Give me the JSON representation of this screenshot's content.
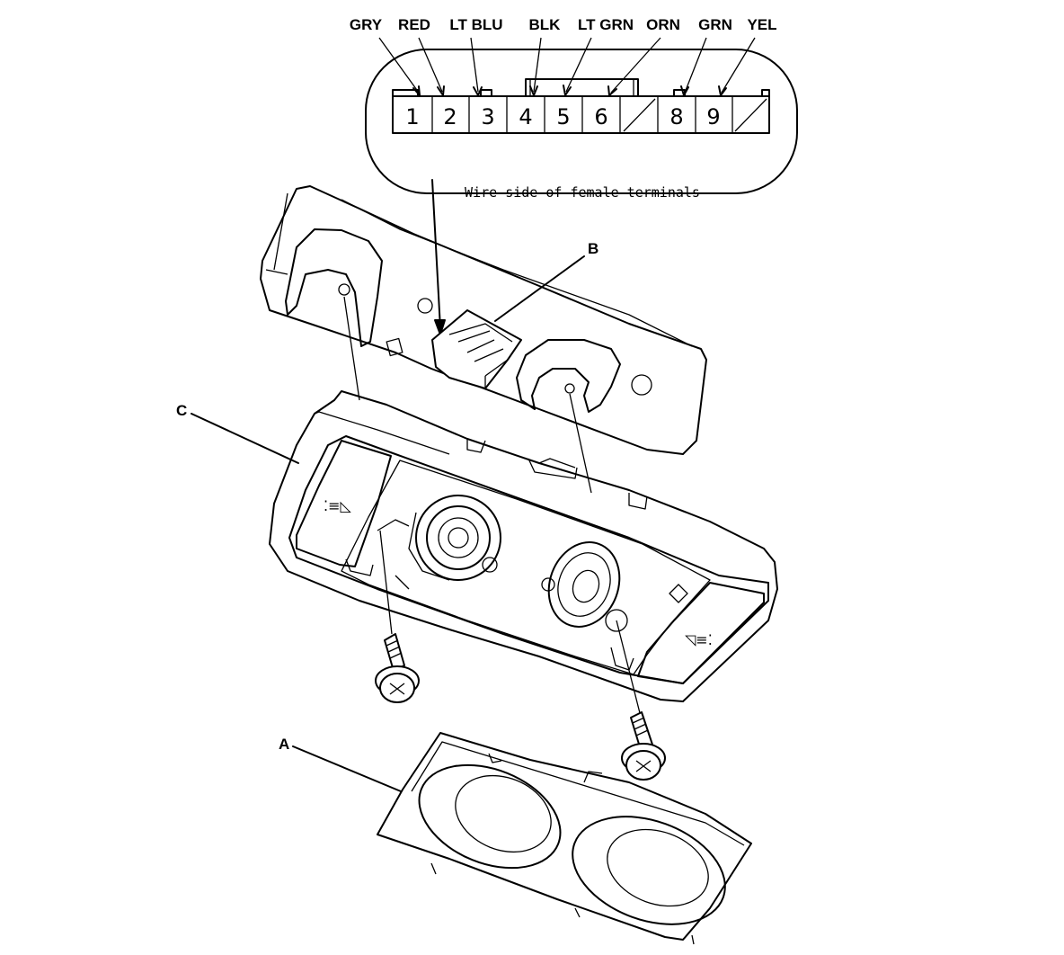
{
  "connector": {
    "wire_colors": [
      "GRY",
      "RED",
      "LT BLU",
      "BLK",
      "LT GRN",
      "ORN",
      "GRN",
      "YEL"
    ],
    "terminals": [
      "1",
      "2",
      "3",
      "4",
      "5",
      "6",
      "8",
      "9"
    ],
    "caption": "Wire side of female terminals"
  },
  "callouts": {
    "a": "A",
    "b": "B",
    "c": "C"
  }
}
